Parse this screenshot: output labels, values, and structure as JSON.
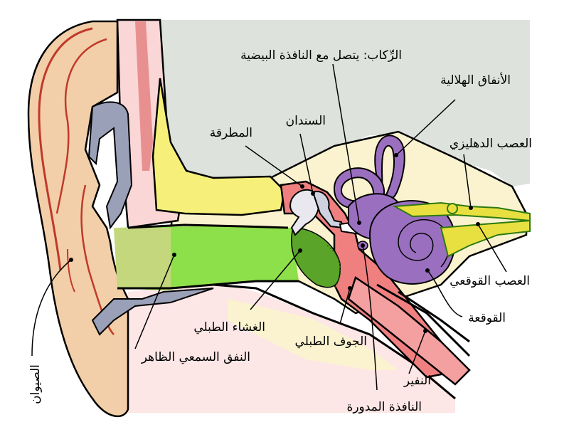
{
  "labels": {
    "stapes": "الرِّكاب: يتصل مع النافذة البيضية",
    "semicircular_canals": "الأنفاق الهلالية",
    "incus": "السندان",
    "malleus": "المطرقة",
    "vestibular_nerve": "العصب الدهليزي",
    "cochlear_nerve": "العصب القوقعي",
    "cochlea": "القوقعة",
    "tympanic_membrane": "الغشاء الطبلي",
    "tympanic_cavity": "الجوف الطبلي",
    "ear_canal": "النفق السمعي الظاهر",
    "eustachian_tube": "النفير",
    "round_window": "النافذة المدورة",
    "pinna": "الصيوان"
  },
  "colors": {
    "bone_background": "#dde3dc",
    "skin": "#f2cfa8",
    "skin_outline": "#c0392b",
    "canal_green": "#8ee04a",
    "eardrum_green": "#5aa42a",
    "cartilage_grey": "#9aa0b8",
    "labyrinth_purple": "#9b6fbf",
    "nerve_yellow": "#e8e040",
    "middle_ear_pink": "#f08080",
    "tissue_pink": "#fce0e0",
    "fat_yellow": "#f6f07a"
  }
}
